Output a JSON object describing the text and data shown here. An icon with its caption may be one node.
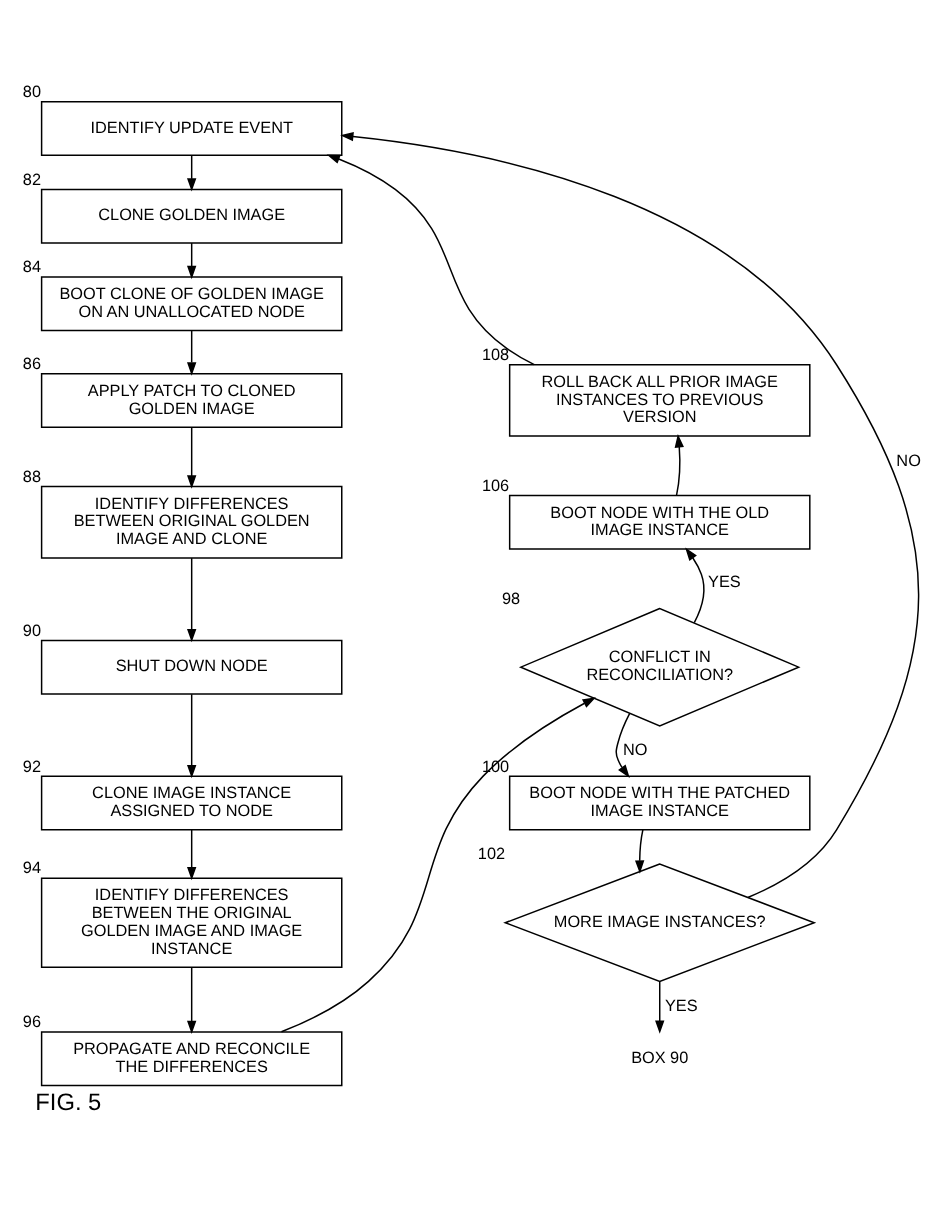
{
  "diagram": {
    "caption": "FIG. 5",
    "nodes": [
      {
        "text": [
          "IDENTIFY UPDATE EVENT"
        ],
        "beside": [
          "80"
        ]
      },
      {
        "text": [
          "CLONE GOLDEN IMAGE"
        ],
        "beside": [
          "82"
        ]
      },
      {
        "text": [
          "BOOT CLONE OF GOLDEN IMAGE ON AN UNALLOCATED NODE"
        ],
        "beside": [
          "84"
        ]
      },
      {
        "text": [
          "APPLY PATCH TO CLONED GOLDEN IMAGE"
        ],
        "beside": [
          "86"
        ]
      },
      {
        "text": [
          "IDENTIFY DIFFERENCES BETWEEN ORIGINAL GOLDEN IMAGE AND CLONE"
        ],
        "beside": [
          "88"
        ]
      },
      {
        "text": [
          "SHUT DOWN NODE"
        ],
        "beside": [
          "90"
        ]
      },
      {
        "text": [
          "CLONE IMAGE INSTANCE ASSIGNED TO NODE"
        ],
        "beside": [
          "92"
        ]
      },
      {
        "text": [
          "IDENTIFY DIFFERENCES BETWEEN THE ORIGINAL GOLDEN IMAGE AND IMAGE INSTANCE"
        ],
        "beside": [
          "94"
        ]
      },
      {
        "text": [
          "PROPAGATE AND RECONCILE THE DIFFERENCES"
        ],
        "beside": [
          "96"
        ]
      },
      {
        "text": [
          "ROLL BACK ALL PRIOR IMAGE INSTANCES TO PREVIOUS VERSION"
        ],
        "beside": [
          "108"
        ]
      },
      {
        "text": [
          "BOOT NODE WITH THE OLD IMAGE INSTANCE"
        ],
        "beside": [
          "106"
        ]
      },
      {
        "text": [
          "CONFLICT IN RECONCILIATION?"
        ],
        "beside": [
          "98"
        ]
      },
      {
        "text": [
          "BOOT NODE WITH THE PATCHED IMAGE INSTANCE"
        ],
        "beside": [
          "100"
        ]
      },
      {
        "text": [
          "MORE IMAGE INSTANCES?"
        ],
        "beside": [
          "102"
        ]
      },
      {
        "text": [
          "BOX 90"
        ]
      }
    ],
    "edges": [
      {
        "from": 0,
        "to": 1,
        "arrow": "to"
      },
      {
        "from": 1,
        "to": 2,
        "arrow": "to"
      },
      {
        "from": 2,
        "to": 3,
        "arrow": "to"
      },
      {
        "from": 3,
        "to": 4,
        "arrow": "to"
      },
      {
        "from": 4,
        "to": 5,
        "arrow": "to"
      },
      {
        "from": 5,
        "to": 6,
        "arrow": "to"
      },
      {
        "from": 6,
        "to": 7,
        "arrow": "to"
      },
      {
        "from": 7,
        "to": 8,
        "arrow": "to"
      },
      {
        "from": 8,
        "to": 11,
        "arrow": "to"
      },
      {
        "from": 11,
        "to": 10,
        "arrow": "to",
        "label": "YES"
      },
      {
        "from": 10,
        "to": 9,
        "arrow": "to"
      },
      {
        "from": 9,
        "to": 0,
        "arrow": "to"
      },
      {
        "from": 11,
        "to": 12,
        "arrow": "to",
        "label": "NO"
      },
      {
        "from": 12,
        "to": 13,
        "arrow": "to"
      },
      {
        "from": 13,
        "to": 14,
        "arrow": "to",
        "label": "YES"
      },
      {
        "from": 13,
        "to": 0,
        "arrow": "to",
        "label": "NO"
      }
    ]
  }
}
